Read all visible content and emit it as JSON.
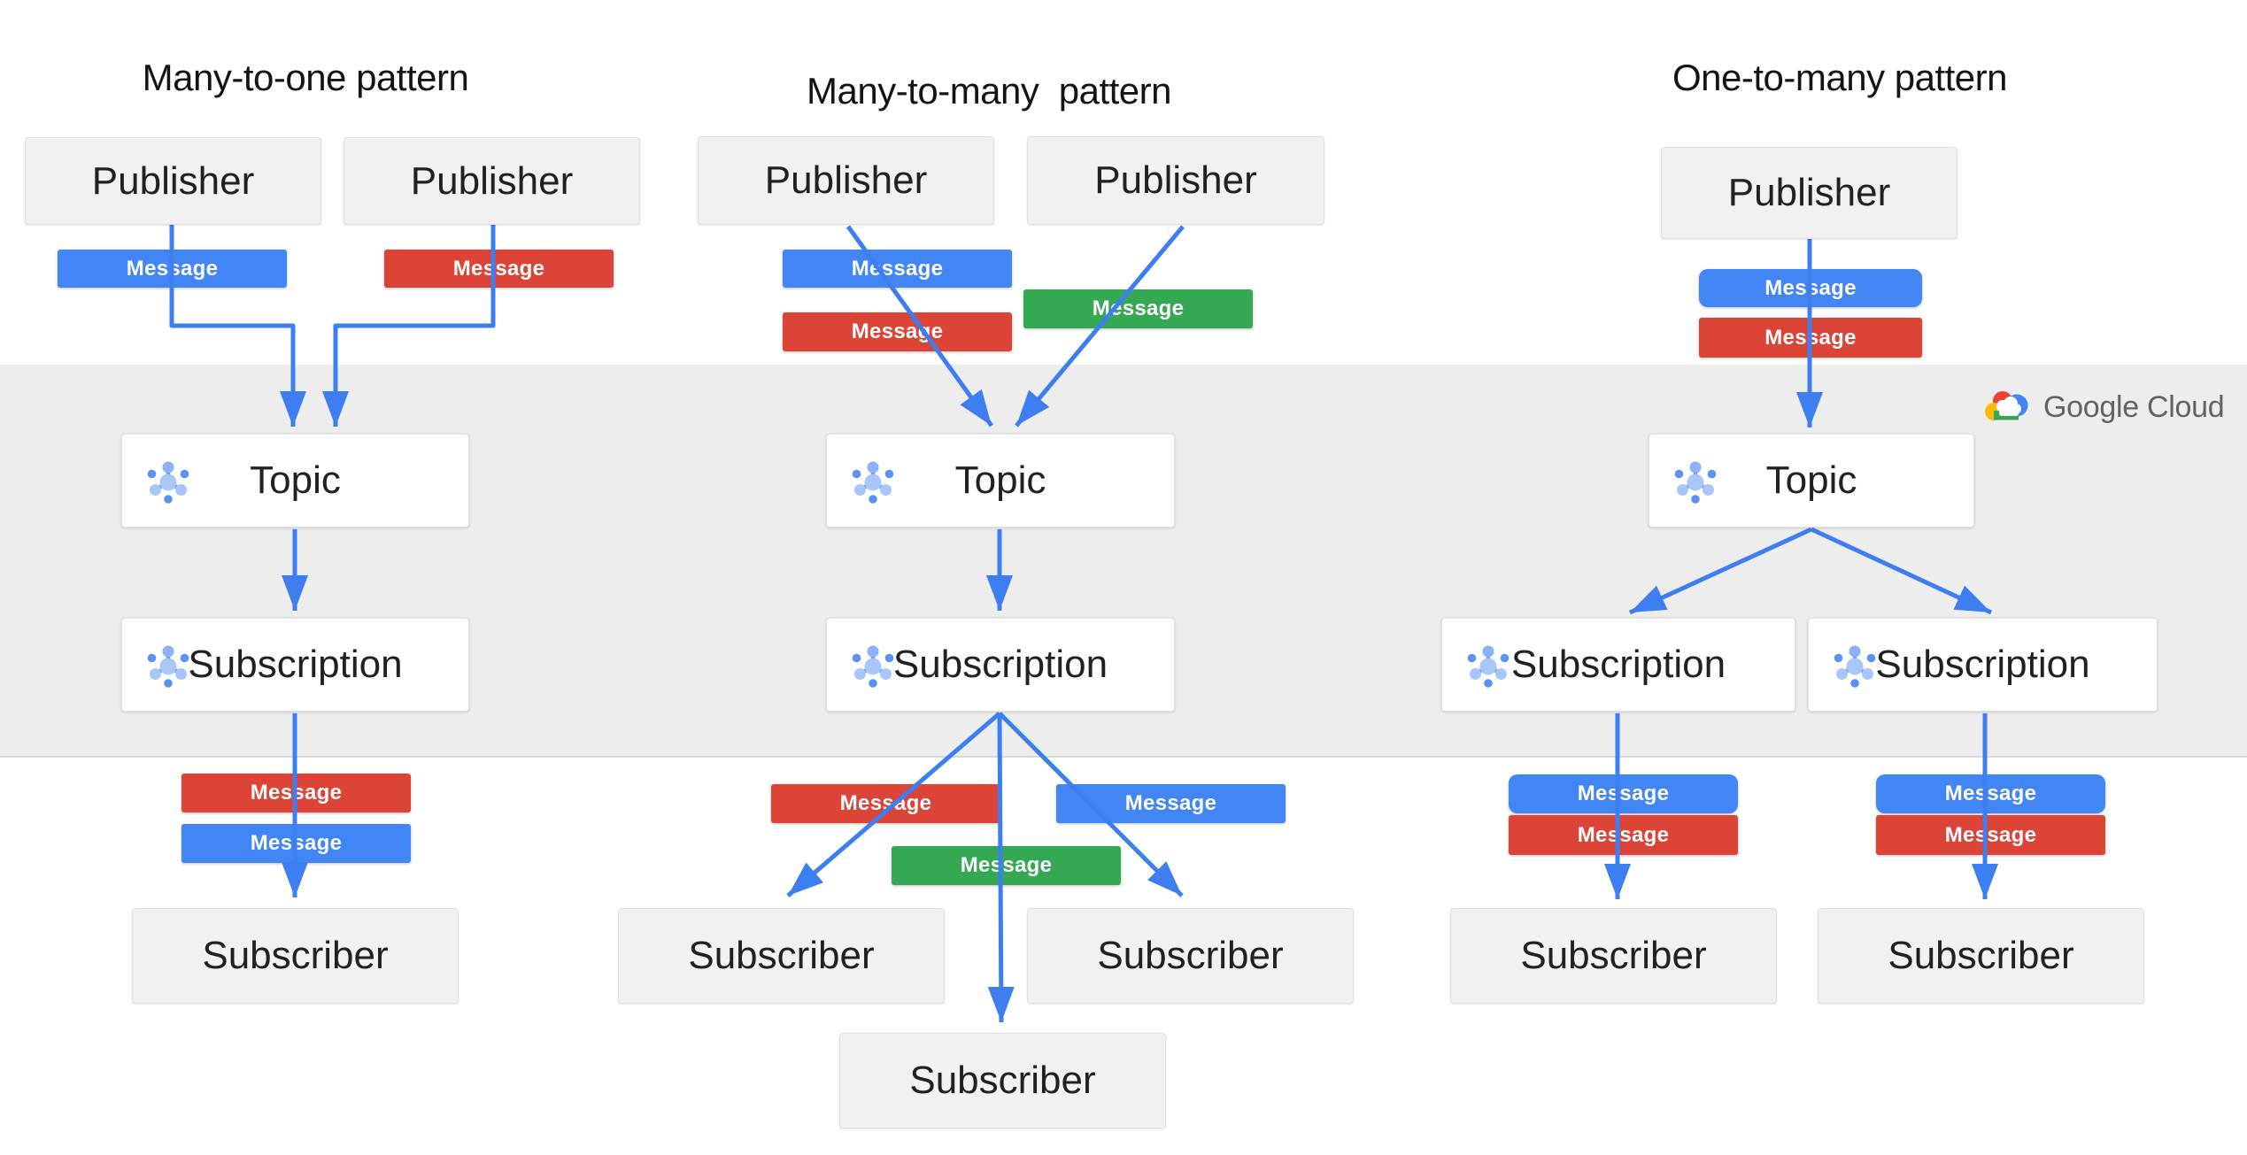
{
  "branding": {
    "google": "Google",
    "cloud": "Cloud",
    "lockup": "Google Cloud"
  },
  "labels": {
    "publisher": "Publisher",
    "topic": "Topic",
    "subscription": "Subscription",
    "subscriber": "Subscriber",
    "message": "Message"
  },
  "patterns": [
    {
      "title": "Many-to-one pattern",
      "publishers": 2,
      "topics": 1,
      "subscriptions": 1,
      "subscribers": 1,
      "published_message_colors": [
        "blue",
        "red"
      ],
      "delivered_message_colors": [
        "red",
        "blue"
      ]
    },
    {
      "title": "Many-to-many  pattern",
      "publishers": 2,
      "topics": 1,
      "subscriptions": 1,
      "subscribers": 3,
      "published_message_colors": [
        "blue",
        "red",
        "green"
      ],
      "delivered_message_colors": [
        "red",
        "blue",
        "green"
      ]
    },
    {
      "title": "One-to-many pattern",
      "publishers": 1,
      "topics": 1,
      "subscriptions": 2,
      "subscribers": 2,
      "published_message_colors": [
        "blue",
        "red"
      ],
      "delivered_message_colors": [
        "blue",
        "red",
        "blue",
        "red"
      ]
    }
  ],
  "colors": {
    "message_blue": "#4285F4",
    "message_red": "#DB4437",
    "message_green": "#34A853",
    "arrow_blue": "#3D7EF0",
    "band_gray": "#EDEDED",
    "node_gray": "#F1F1F1",
    "node_white": "#FFFFFF",
    "text_dark": "#212121",
    "logo_text_gray": "#5F6368",
    "logo_red": "#EA4335",
    "logo_blue": "#4285F4",
    "logo_yellow": "#FBBC05",
    "logo_green": "#34A853"
  }
}
